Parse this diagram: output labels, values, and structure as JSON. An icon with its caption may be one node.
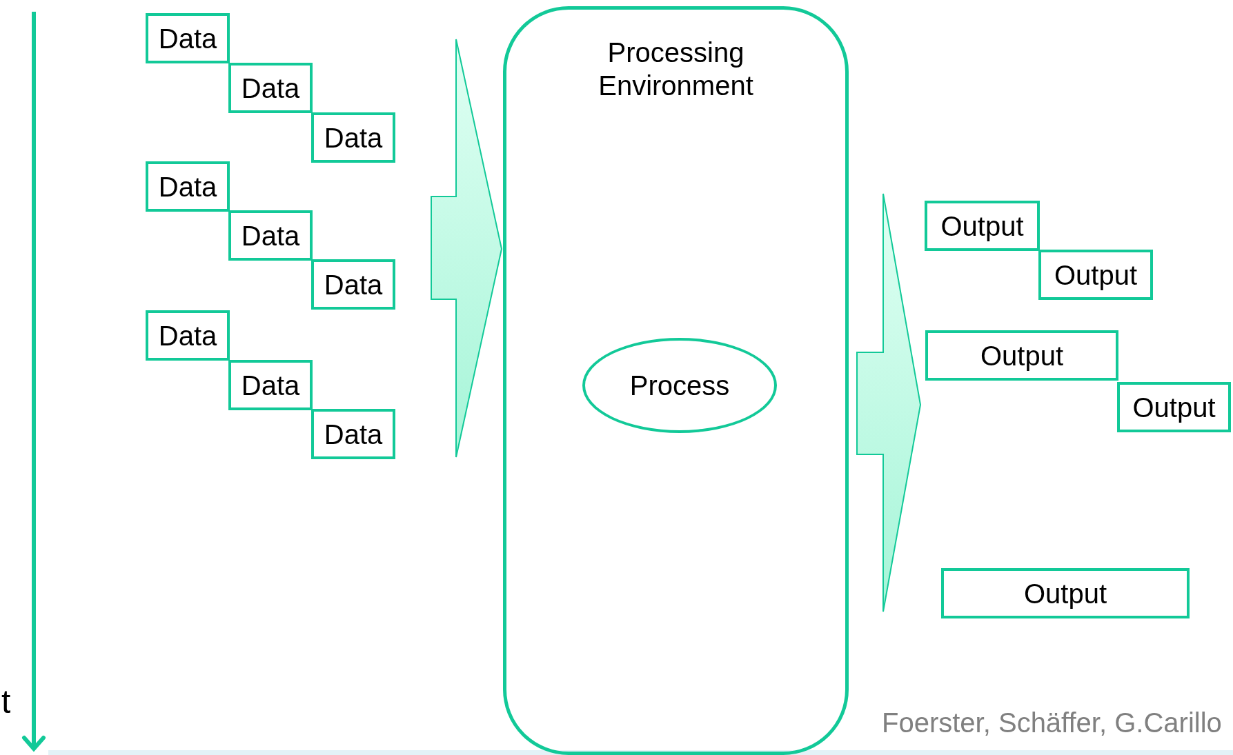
{
  "diagram": {
    "nodes": [
      {
        "text": [
          "Data"
        ]
      },
      {
        "text": [
          "Data"
        ]
      },
      {
        "text": [
          "Data"
        ]
      },
      {
        "text": [
          "Data"
        ]
      },
      {
        "text": [
          "Data"
        ]
      },
      {
        "text": [
          "Data"
        ]
      },
      {
        "text": [
          "Data"
        ]
      },
      {
        "text": [
          "Data"
        ]
      },
      {
        "text": [
          "Data"
        ]
      },
      {
        "text": [
          "Processing Environment"
        ]
      },
      {
        "text": [
          "Process"
        ],
        "in": 9
      },
      {
        "text": [
          "Output"
        ]
      },
      {
        "text": [
          "Output"
        ]
      },
      {
        "text": [
          "Output"
        ]
      },
      {
        "text": [
          "Output"
        ]
      },
      {
        "text": [
          "Output"
        ]
      }
    ],
    "edges": [
      {
        "from": null,
        "to": 9,
        "arrow": "to"
      },
      {
        "from": 9,
        "to": null,
        "arrow": "to"
      }
    ],
    "labels": [
      "t",
      "Foerster, Schäffer, G.Carillo"
    ]
  }
}
